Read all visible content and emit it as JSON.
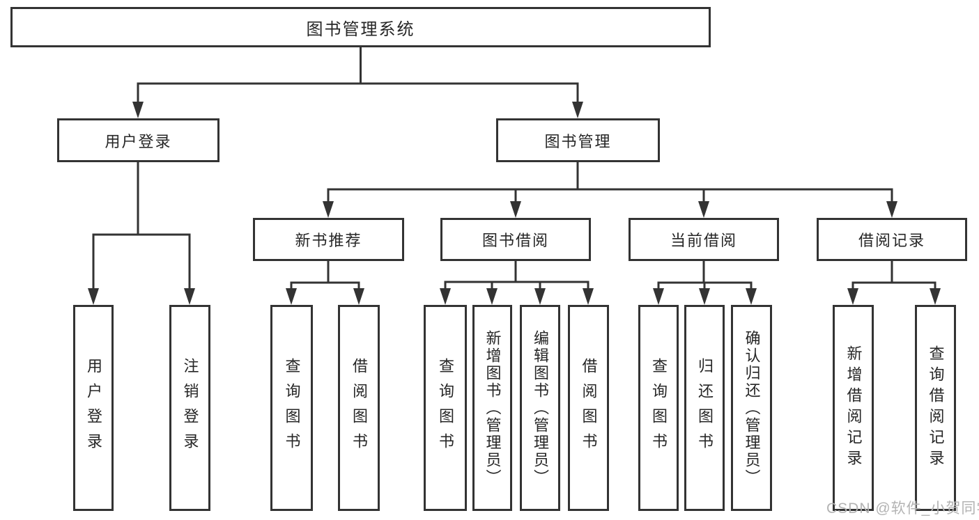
{
  "tree": {
    "root": {
      "label": "图书管理系统",
      "children": [
        {
          "label": "用户登录",
          "children": [
            {
              "label": "用户登录"
            },
            {
              "label": "注销登录"
            }
          ]
        },
        {
          "label": "图书管理",
          "children": [
            {
              "label": "新书推荐",
              "children": [
                {
                  "label": "查询图书"
                },
                {
                  "label": "借阅图书"
                }
              ]
            },
            {
              "label": "图书借阅",
              "children": [
                {
                  "label": "查询图书"
                },
                {
                  "label": "新增图书（管理员）"
                },
                {
                  "label": "编辑图书（管理员）"
                },
                {
                  "label": "借阅图书"
                }
              ]
            },
            {
              "label": "当前借阅",
              "children": [
                {
                  "label": "查询图书"
                },
                {
                  "label": "归还图书"
                },
                {
                  "label": "确认归还（管理员）"
                }
              ]
            },
            {
              "label": "借阅记录",
              "children": [
                {
                  "label": "新增借阅记录"
                },
                {
                  "label": "查询借阅记录"
                }
              ]
            }
          ]
        }
      ]
    }
  },
  "watermark": {
    "text": "CSDN @软件_小贺同学"
  },
  "colors": {
    "line": "#333333",
    "box_background": "#ffffff",
    "text": "#262626",
    "watermark": "#b3b3b3",
    "page_background": "#ffffff"
  }
}
